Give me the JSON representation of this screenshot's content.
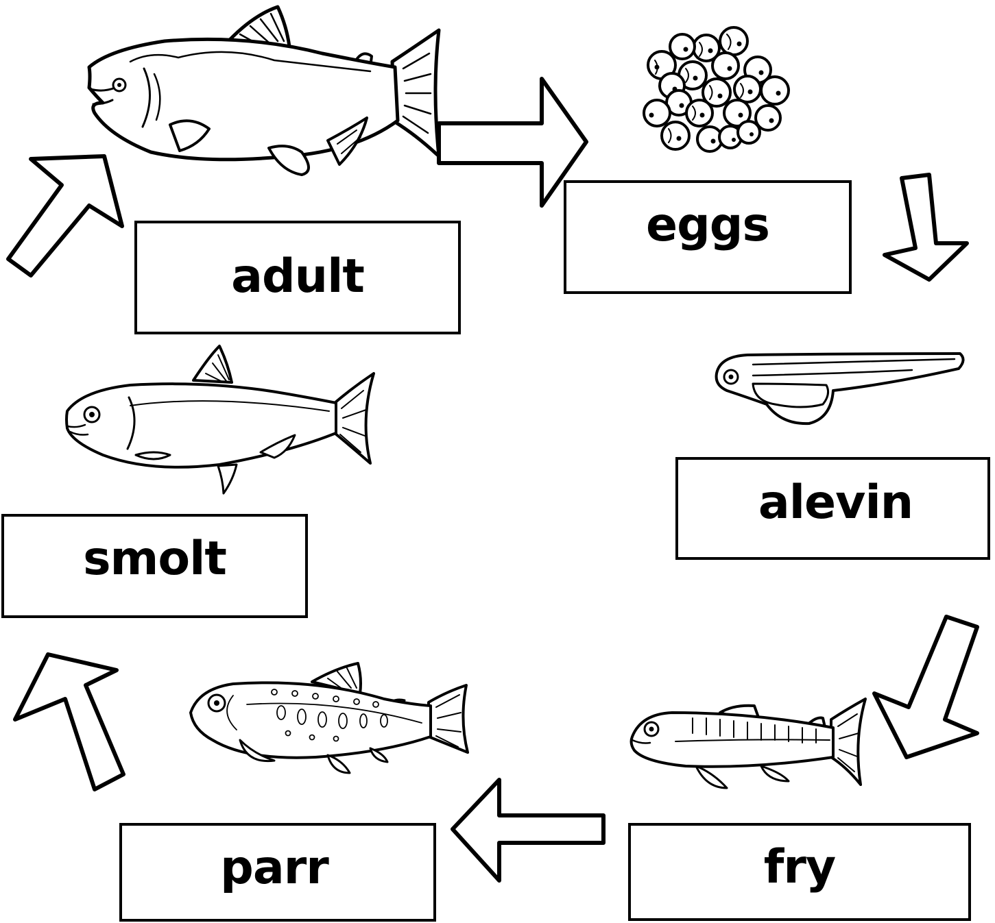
{
  "diagram": {
    "stages": {
      "adult": "adult",
      "eggs": "eggs",
      "alevin": "alevin",
      "fry": "fry",
      "parr": "parr",
      "smolt": "smolt"
    },
    "colors": {
      "stroke": "#000000",
      "fill": "#ffffff"
    },
    "flow": [
      "adult",
      "eggs",
      "alevin",
      "fry",
      "parr",
      "smolt",
      "adult"
    ]
  }
}
